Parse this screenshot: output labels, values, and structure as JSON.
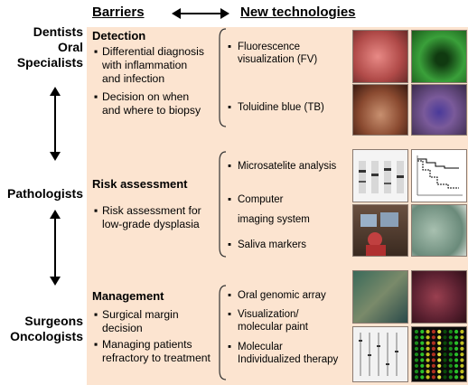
{
  "headers": {
    "barriers": "Barriers",
    "new_tech": "New technologies"
  },
  "roles": {
    "dentists": "Dentists\nOral\nSpecialists",
    "pathologists": "Pathologists",
    "surgeons": "Surgeons\nOncologists"
  },
  "sections": {
    "detection": {
      "title": "Detection",
      "barriers": [
        "Differential diagnosis\nwith inflammation\nand infection",
        "Decision on when\nand where to biopsy"
      ],
      "tech": [
        "Fluorescence\nvisualization (FV)",
        "Toluidine blue (TB)"
      ]
    },
    "risk": {
      "title": "Risk assessment",
      "barriers": [
        "Risk assessment for\nlow-grade dysplasia"
      ],
      "tech": [
        "Microsatelite analysis",
        "Computer\nimaging system",
        "Saliva markers"
      ]
    },
    "management": {
      "title": "Management",
      "barriers": [
        "Surgical margin\ndecision",
        "Managing patients\nrefractory to treatment"
      ],
      "tech": [
        "Oral genomic array",
        "Visualization/\nmolecular paint",
        "Molecular\nIndividualized therapy"
      ]
    }
  },
  "bullet_char": "▪",
  "colors": {
    "panel": "#fce4d0",
    "fv_green": "#2e8b2e",
    "tb_purple": "#5a3a8a",
    "array_bg": "#0a0a0a"
  }
}
